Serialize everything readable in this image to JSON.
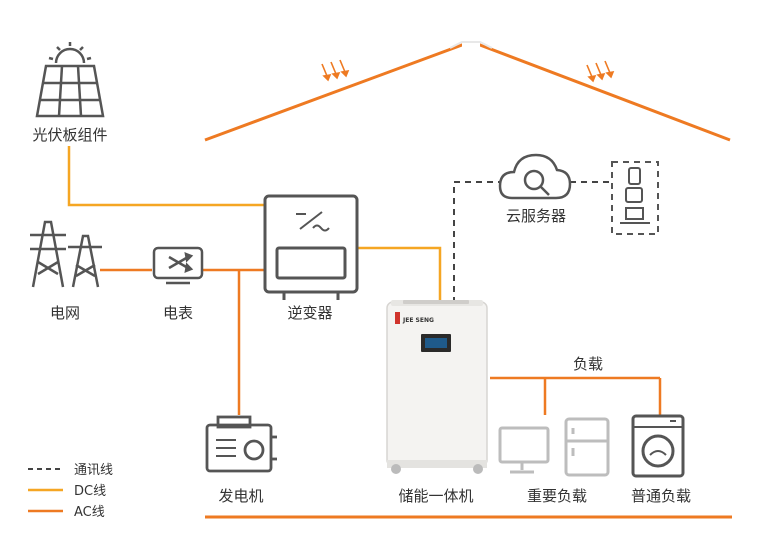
{
  "labels": {
    "solar": "光伏板组件",
    "grid": "电网",
    "meter": "电表",
    "inverter": "逆变器",
    "cloud": "云服务器",
    "generator": "发电机",
    "storage": "储能一体机",
    "load": "负载",
    "important_load": "重要负载",
    "normal_load": "普通负载"
  },
  "legend": [
    {
      "label": "通讯线",
      "style": "dashed",
      "color": "#444444"
    },
    {
      "label": "DC线",
      "style": "solid",
      "color": "#f5a623"
    },
    {
      "label": "AC线",
      "style": "solid",
      "color": "#ee7a22"
    }
  ],
  "device_brand": "JEE SENG",
  "colors": {
    "accent": "#ee7a22",
    "dc": "#f5a623",
    "icon": "#555555",
    "icon_light": "#bdbdbd",
    "comm": "#444444",
    "brand_red": "#d0342c"
  }
}
